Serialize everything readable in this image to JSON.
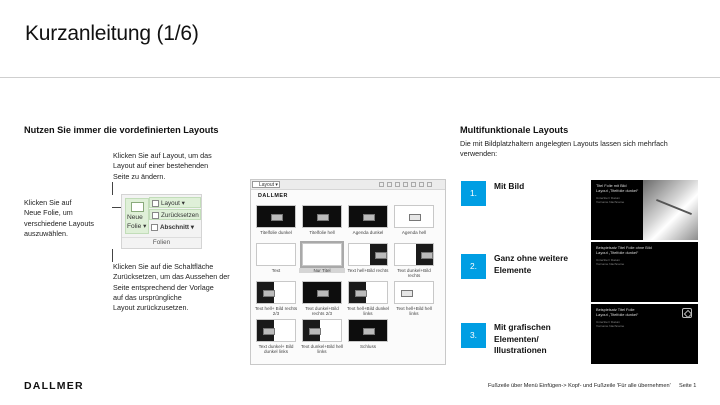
{
  "slide": {
    "title": "Kurzanleitung (1/6)"
  },
  "left": {
    "heading": "Nutzen Sie immer die vordefinierten Layouts",
    "callout_top": [
      "Klicken Sie auf Layout, um das",
      "Layout auf einer bestehenden",
      "Seite zu ändern."
    ],
    "callout_left": [
      "Klicken Sie auf",
      "Neue Folie, um",
      "verschiedene Layouts",
      "auszuwählen."
    ],
    "callout_bottom": [
      "Klicken Sie auf die Schaltfläche",
      "Zurücksetzen, um das Aussehen der",
      "Seite entsprechend der Vorlage",
      "auf das ursprüngliche",
      "Layout zurückzusetzen."
    ]
  },
  "ribbon": {
    "new_slide_label": [
      "Neue",
      "Folie ▾"
    ],
    "layout": "Layout ▾",
    "reset": "Zurücksetzen",
    "section": "Abschnitt ▾",
    "group": "Folien"
  },
  "gallery": {
    "dropdown": "Layout ▾",
    "name": "DALLMER",
    "items": [
      {
        "label": "Titelfolie dunkel"
      },
      {
        "label": "Titelfolie hell"
      },
      {
        "label": "Agenda dunkel"
      },
      {
        "label": "Agenda hell"
      },
      {
        "label": "Text"
      },
      {
        "label": "Nur Titel"
      },
      {
        "label": "Text hell+Bild rechts"
      },
      {
        "label": "Text dunkel+Bild rechts"
      },
      {
        "label": "Text hell+ Bild rechts 2/3"
      },
      {
        "label": "Text dunkel+Bild rechts 2/3"
      },
      {
        "label": "Text hell+Bild dunkel links"
      },
      {
        "label": "Text hell+Bild hell links"
      },
      {
        "label": "Text dunkel+ Bild dunkel links"
      },
      {
        "label": "Text dunkel+Bild hell links"
      },
      {
        "label": "Schluss"
      }
    ]
  },
  "right": {
    "heading": "Multifunktionale Layouts",
    "description": [
      "Die mit Bildplatzhaltern angelegten Layouts lassen sich mehrfach",
      "verwenden:"
    ],
    "rows": [
      {
        "number": "1.",
        "title": [
          "Mit Bild"
        ],
        "slide_title": [
          "Titel Folie mit Bild",
          "Layout „Titelfolie dunkel“"
        ],
        "slide_sub": [
          "Untertitel / Datum",
          "Vorname Nachname"
        ]
      },
      {
        "number": "2.",
        "title": [
          "Ganz ohne weitere",
          "Elemente"
        ],
        "slide_title": [
          "Beispielsatz Titel Folie ohne Bild",
          "Layout „Titelfolie dunkel“"
        ],
        "slide_sub": [
          "Untertitel / Datum",
          "Vorname Nachname"
        ]
      },
      {
        "number": "3.",
        "title": [
          "Mit grafischen",
          "Elementen/",
          "Illustrationen"
        ],
        "slide_title": [
          "Beispielsatz Titel Folie",
          "Layout „Titelfolie dunkel“"
        ],
        "slide_sub": [
          "Untertitel / Datum",
          "Vorname Nachname"
        ]
      }
    ]
  },
  "footer": {
    "logo": "DALLMER",
    "note": "Fußzeile über Menü Einfügen-> Kopf- und Fußzeile 'Für alle übernehmen'",
    "page": "Seite 1"
  },
  "colors": {
    "accent": "#009ee3",
    "ribbon_highlight": "#dff0d8"
  }
}
